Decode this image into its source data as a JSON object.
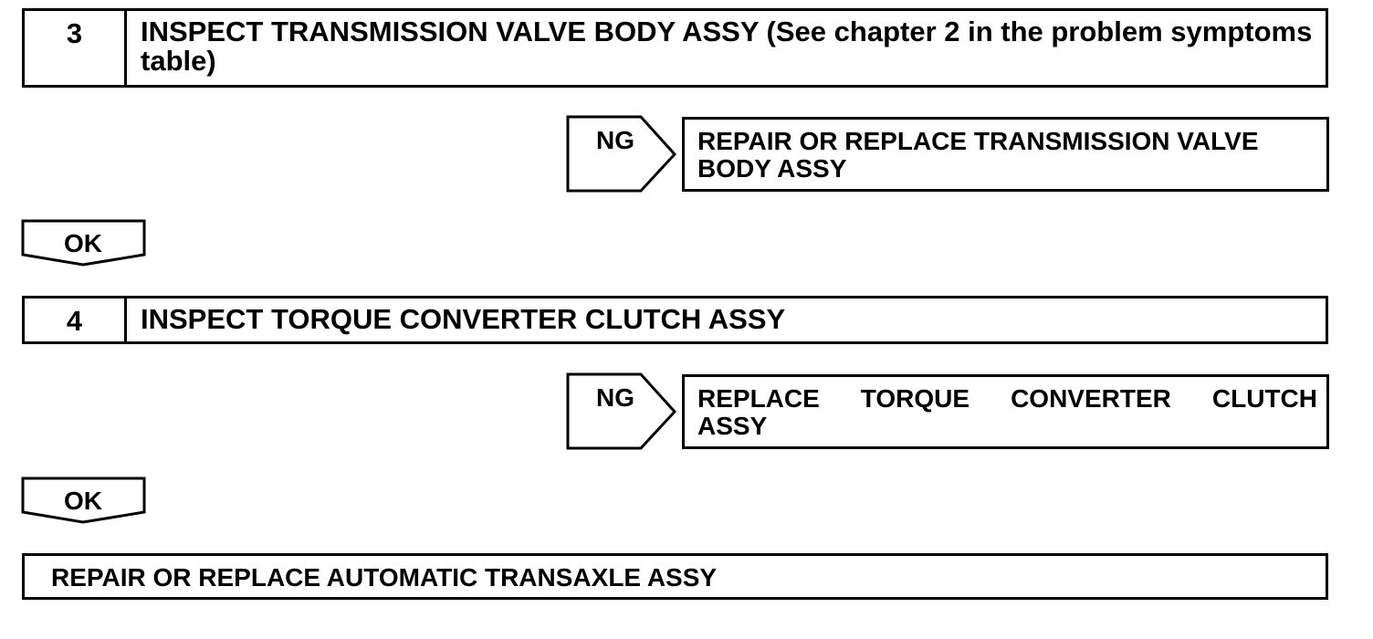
{
  "steps": [
    {
      "number": "3",
      "title": "INSPECT TRANSMISSION VALVE BODY ASSY (See chapter 2 in the problem symptoms table)",
      "ng_label": "NG",
      "ng_result": "REPAIR OR REPLACE TRANSMISSION VALVE BODY ASSY",
      "ok_label": "OK"
    },
    {
      "number": "4",
      "title": "INSPECT TORQUE CONVERTER CLUTCH ASSY",
      "ng_label": "NG",
      "ng_result_words": [
        "REPLACE",
        "TORQUE",
        "CONVERTER",
        "CLUTCH"
      ],
      "ng_result_line2": "ASSY",
      "ok_label": "OK"
    }
  ],
  "final_action": "REPAIR OR REPLACE AUTOMATIC TRANSAXLE ASSY"
}
